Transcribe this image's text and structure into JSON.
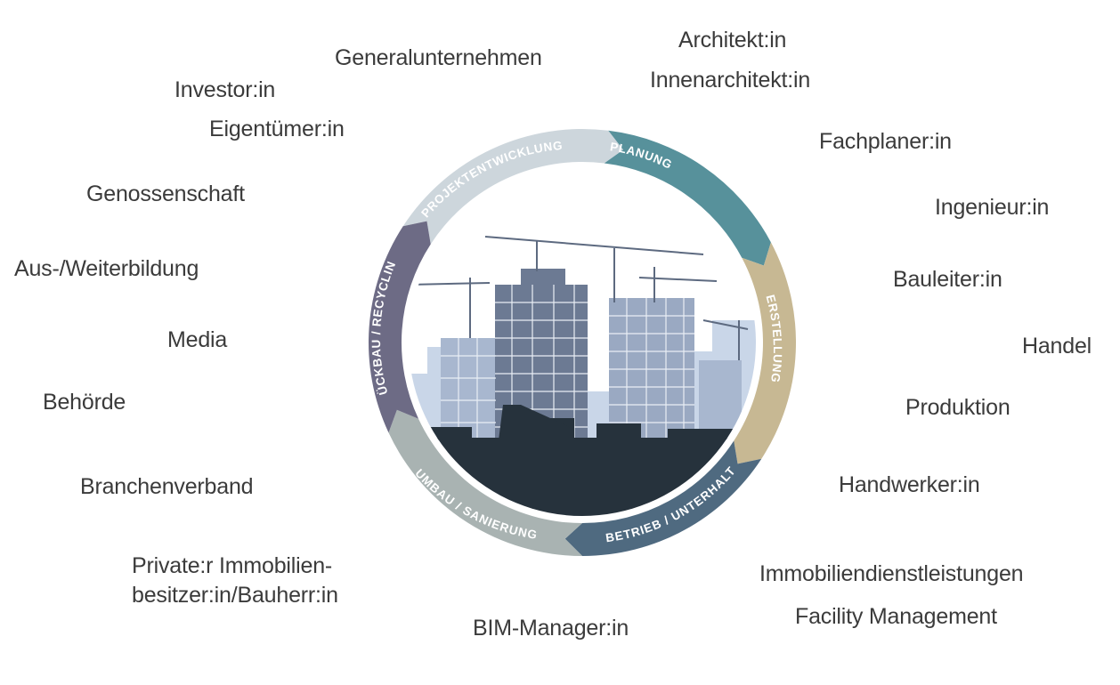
{
  "stakeholders": [
    {
      "id": "generalunternehmen",
      "text": "Generalunternehmen"
    },
    {
      "id": "architekt",
      "text": "Architekt:in"
    },
    {
      "id": "innenarchitekt",
      "text": "Innenarchitekt:in"
    },
    {
      "id": "investor",
      "text": "Investor:in"
    },
    {
      "id": "eigentuemer",
      "text": "Eigentümer:in"
    },
    {
      "id": "fachplaner",
      "text": "Fachplaner:in"
    },
    {
      "id": "genossenschaft",
      "text": "Genossenschaft"
    },
    {
      "id": "ingenieur",
      "text": "Ingenieur:in"
    },
    {
      "id": "weiterbildung",
      "text": "Aus-/Weiterbildung"
    },
    {
      "id": "bauleiter",
      "text": "Bauleiter:in"
    },
    {
      "id": "media",
      "text": "Media"
    },
    {
      "id": "handel",
      "text": "Handel"
    },
    {
      "id": "behoerde",
      "text": "Behörde"
    },
    {
      "id": "produktion",
      "text": "Produktion"
    },
    {
      "id": "branchenverband",
      "text": "Branchenverband"
    },
    {
      "id": "handwerker",
      "text": "Handwerker:in"
    },
    {
      "id": "private-1",
      "text": "Private:r Immobilien-"
    },
    {
      "id": "private-2",
      "text": "besitzer:in/Bauherr:in"
    },
    {
      "id": "immobiliendienst",
      "text": "Immobiliendienstleistungen"
    },
    {
      "id": "facility",
      "text": "Facility Management"
    },
    {
      "id": "bim",
      "text": "BIM-Manager:in"
    }
  ],
  "phases": [
    {
      "id": "projektentwicklung",
      "label": "PROJEKTENTWICKLUNG",
      "color": "#cdd6dc"
    },
    {
      "id": "planung",
      "label": "PLANUNG",
      "color": "#57919b"
    },
    {
      "id": "erstellung",
      "label": "ERSTELLUNG",
      "color": "#c7b893"
    },
    {
      "id": "betrieb",
      "label": "BETRIEB / UNTERHALT",
      "color": "#4f6a80"
    },
    {
      "id": "umbau",
      "label": "UMBAU / SANIERUNG",
      "color": "#a9b3b2"
    },
    {
      "id": "rueckbau",
      "label": "RÜCKBAU / RECYCLING",
      "color": "#6d6b85"
    }
  ]
}
